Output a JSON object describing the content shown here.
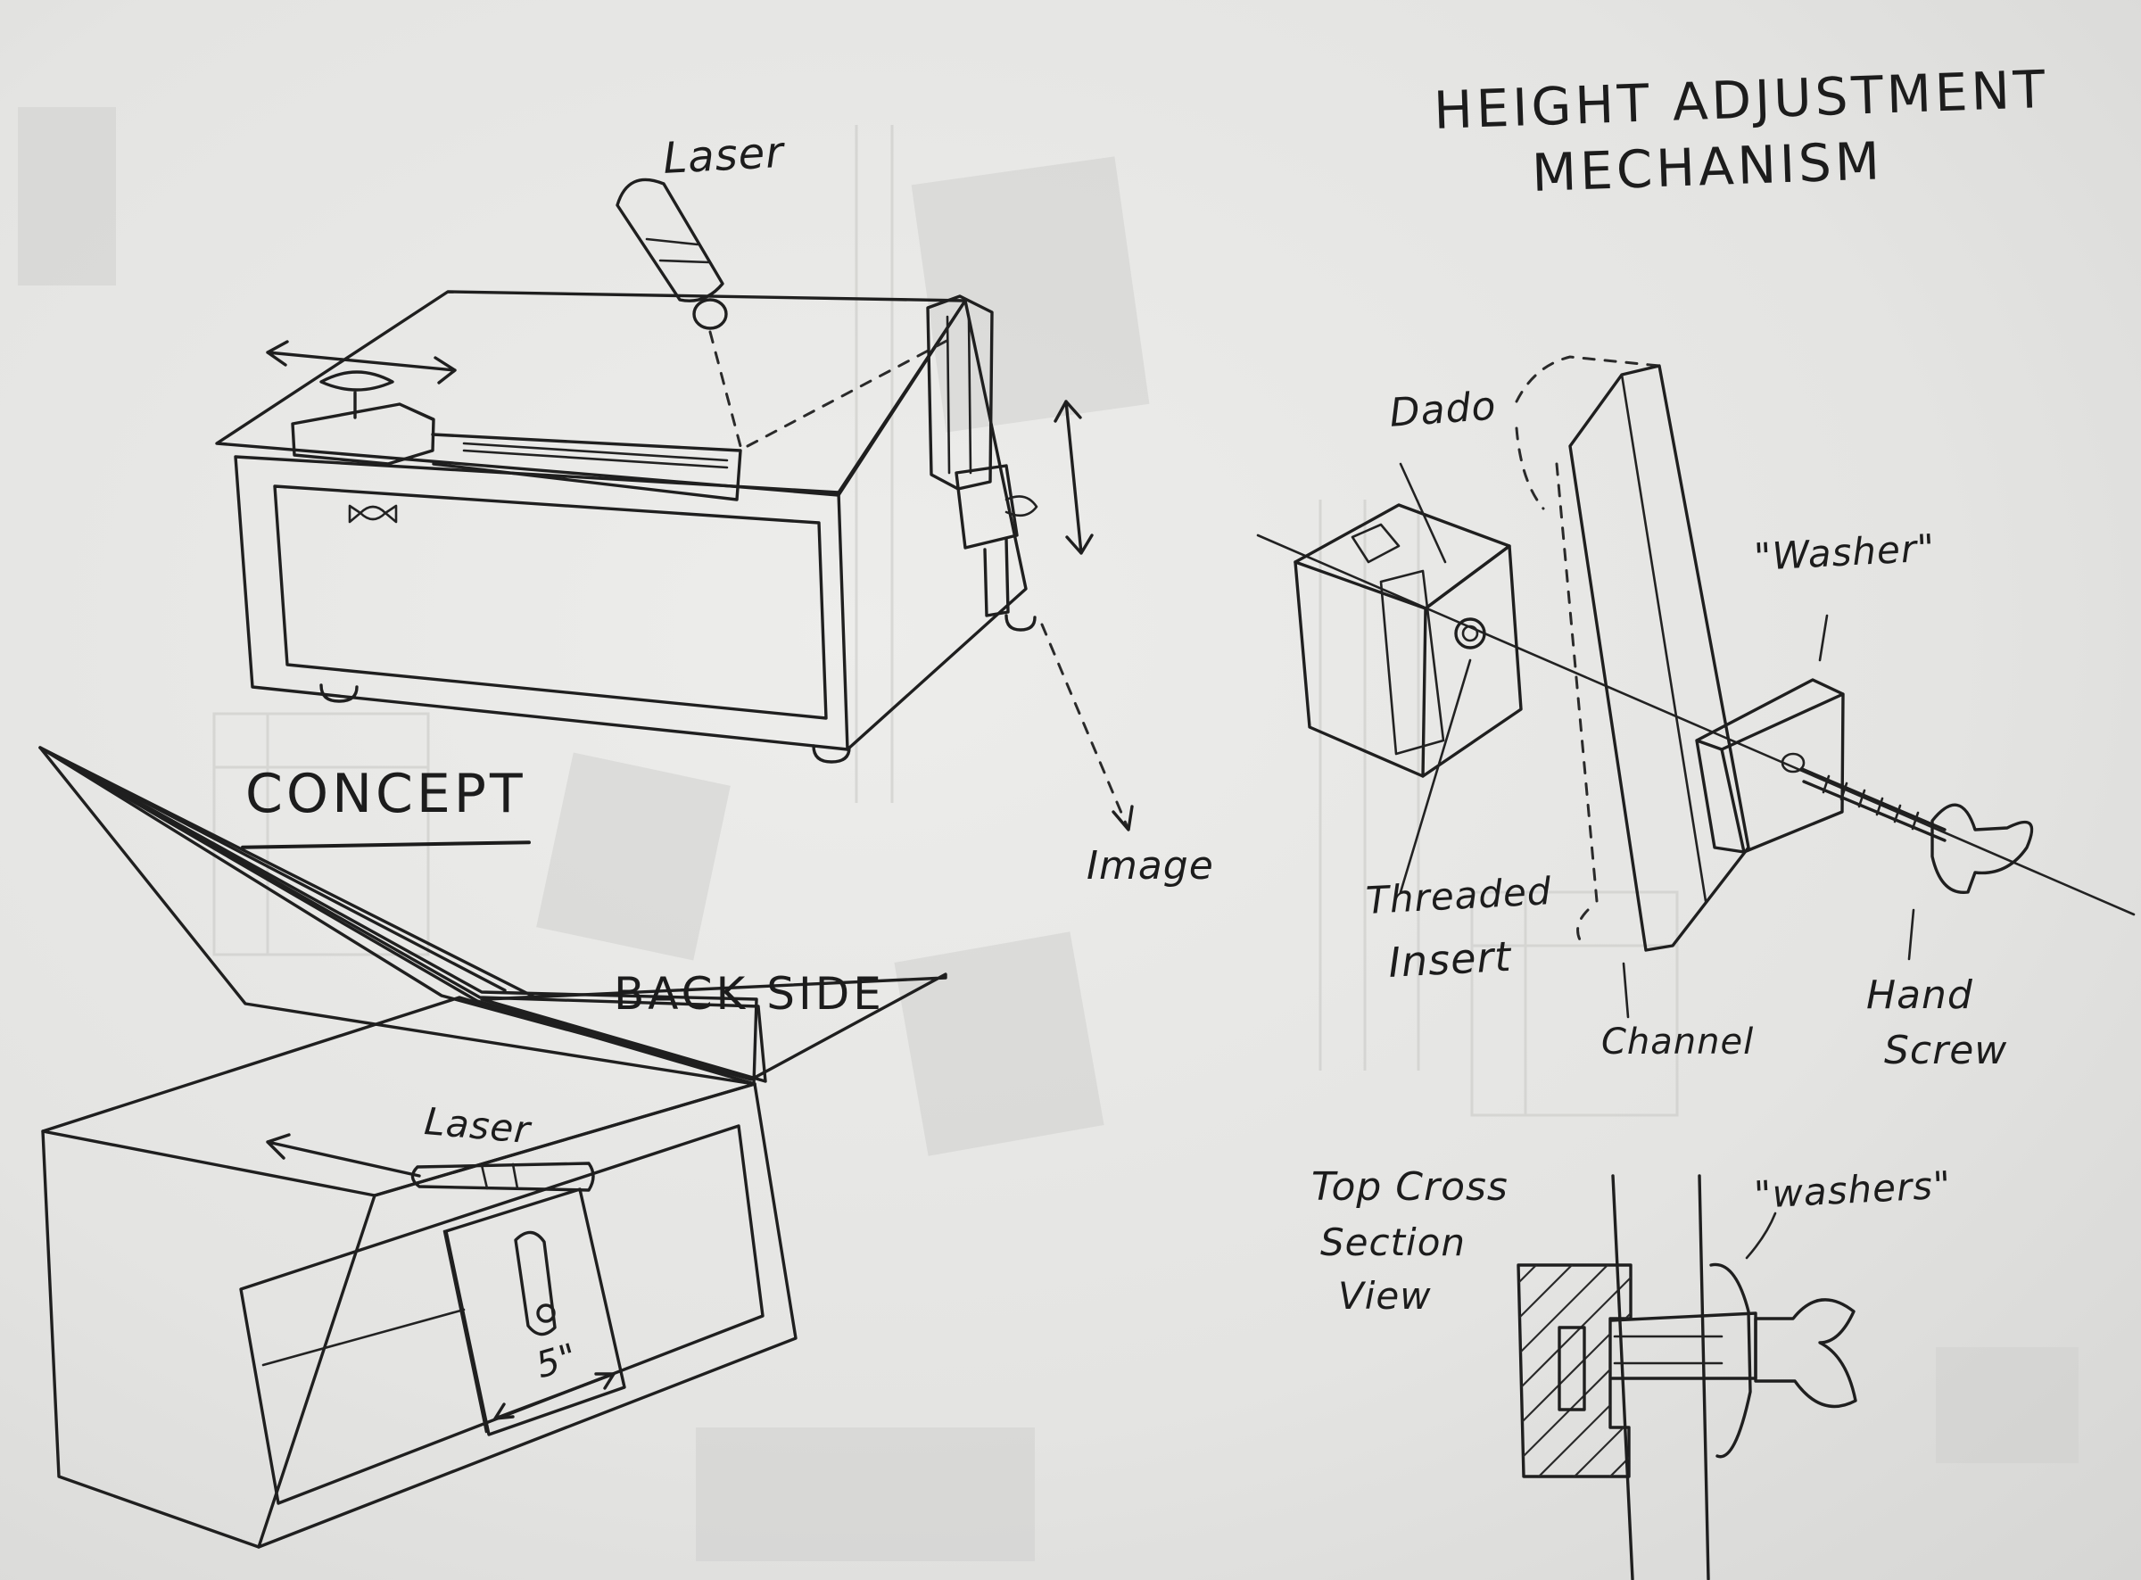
{
  "sketches": {
    "concept": {
      "title": "CONCEPT",
      "laser_label": "Laser",
      "image_label": "Image"
    },
    "back_side": {
      "title": "BACK SIDE",
      "laser_label": "Laser",
      "dimension_label": "5\""
    },
    "height_adjustment": {
      "title_line1": "HEIGHT ADJUSTMENT",
      "title_line2": "MECHANISM",
      "dado_label": "Dado",
      "threaded_insert_line1": "Threaded",
      "threaded_insert_line2": "Insert",
      "channel_label": "Channel",
      "washer_label": "\"Washer\"",
      "hand_screw_line1": "Hand",
      "hand_screw_line2": "Screw"
    },
    "top_cross_section": {
      "title_line1": "Top Cross",
      "title_line2": "Section",
      "title_line3": "View",
      "washers_label": "\"washers\""
    }
  }
}
